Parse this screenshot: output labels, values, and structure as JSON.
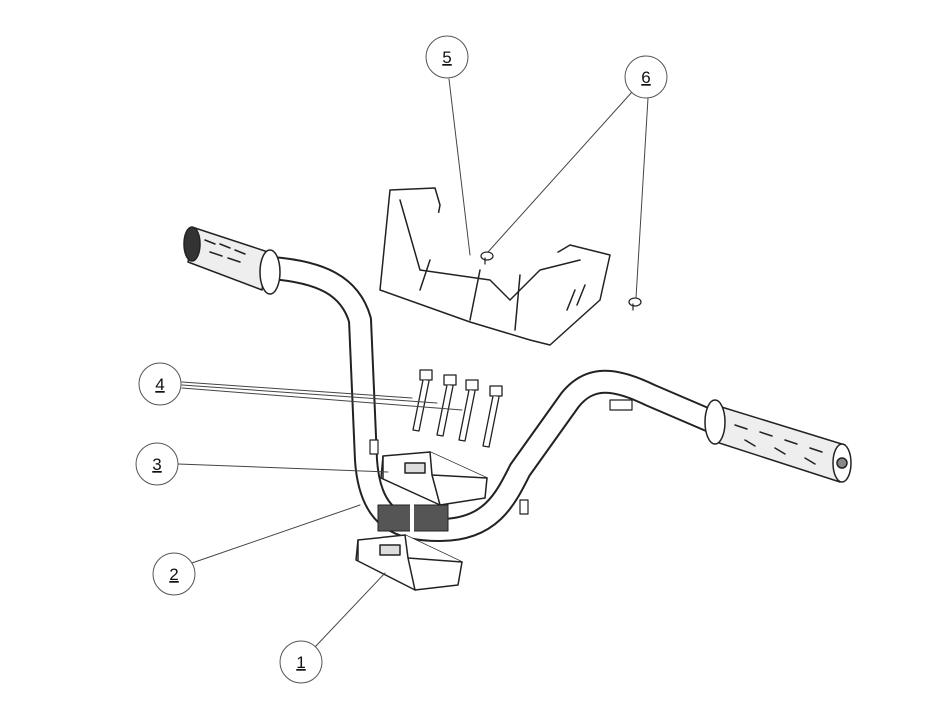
{
  "diagram": {
    "type": "exploded-parts-view",
    "callouts": [
      {
        "id": "1",
        "label": "1"
      },
      {
        "id": "2",
        "label": "2"
      },
      {
        "id": "3",
        "label": "3"
      },
      {
        "id": "4",
        "label": "4"
      },
      {
        "id": "5",
        "label": "5"
      },
      {
        "id": "6",
        "label": "6"
      }
    ]
  }
}
